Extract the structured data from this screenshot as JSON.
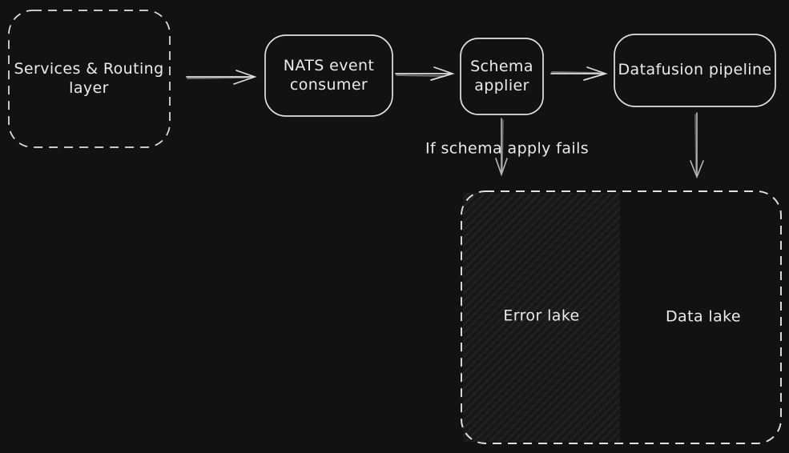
{
  "colors": {
    "background": "#121212",
    "stroke": "#e2e2e2",
    "text": "#ebebeb",
    "hatch_fill": "#181818",
    "hatch_line": "rgba(255,255,255,0.07)"
  },
  "nodes": {
    "services": {
      "label": "Services & Routing layer",
      "shape": "dashed-rounded-rect"
    },
    "nats": {
      "label": "NATS event consumer",
      "shape": "rounded-rect"
    },
    "schema": {
      "label": "Schema applier",
      "shape": "rounded-rect"
    },
    "datafusion": {
      "label": "Datafusion pipeline",
      "shape": "rounded-rect"
    },
    "lakes_container": {
      "label": "",
      "shape": "dashed-rounded-rect"
    },
    "error_lake": {
      "label": "Error lake",
      "shape": "hatched-region"
    },
    "data_lake": {
      "label": "Data lake",
      "shape": "plain-region"
    }
  },
  "edges": [
    {
      "from": "services",
      "to": "nats",
      "label": ""
    },
    {
      "from": "nats",
      "to": "schema",
      "label": ""
    },
    {
      "from": "schema",
      "to": "datafusion",
      "label": ""
    },
    {
      "from": "schema",
      "to": "error_lake",
      "label": "If schema apply fails"
    },
    {
      "from": "datafusion",
      "to": "data_lake",
      "label": ""
    }
  ]
}
